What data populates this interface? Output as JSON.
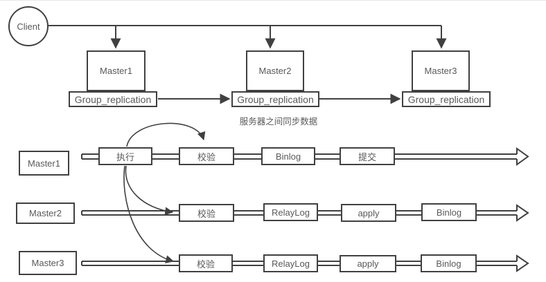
{
  "topology": {
    "client_label": "Client",
    "caption": "服务器之间同步数据",
    "group_replication_label": "Group_replication",
    "masters": [
      {
        "name": "Master1",
        "engine": "Group_replication"
      },
      {
        "name": "Master2",
        "engine": "Group_replication"
      },
      {
        "name": "Master3",
        "engine": "Group_replication"
      }
    ]
  },
  "pipelines": [
    {
      "label": "Master1",
      "steps": [
        "执行",
        "校验",
        "Binlog",
        "提交"
      ]
    },
    {
      "label": "Master2",
      "steps": [
        "校验",
        "RelayLog",
        "apply",
        "Binlog"
      ]
    },
    {
      "label": "Master3",
      "steps": [
        "校验",
        "RelayLog",
        "apply",
        "Binlog"
      ]
    }
  ],
  "colors": {
    "stroke": "#404040",
    "text": "#595959",
    "background": "#ffffff"
  }
}
